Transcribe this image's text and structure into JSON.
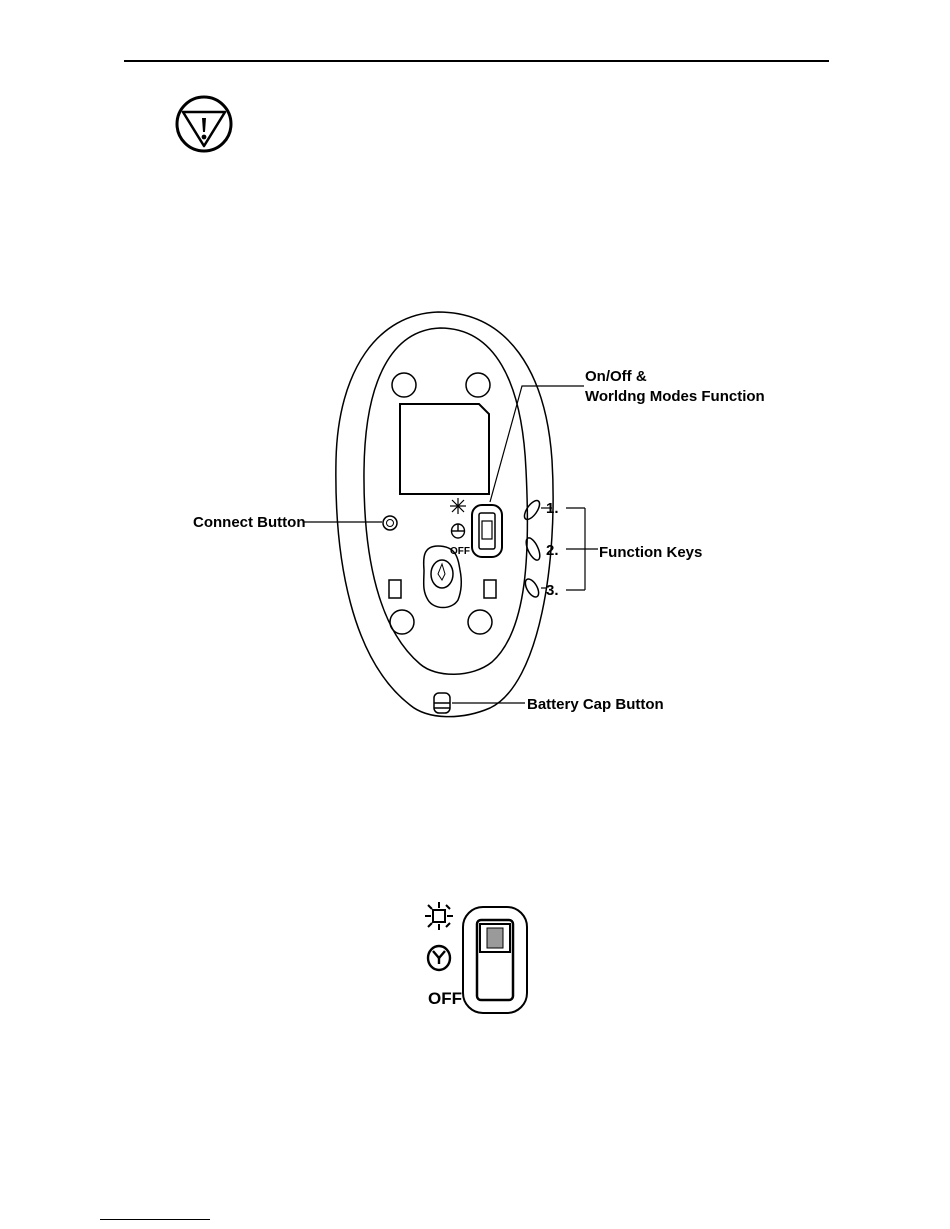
{
  "diagram": {
    "labels": {
      "onoff_line1": "On/Off &",
      "onoff_line2": "Worldng Modes Function",
      "connect": "Connect Button",
      "function_keys": "Function Keys",
      "battery": "Battery Cap Button"
    },
    "key_numbers": [
      "1.",
      "2.",
      "3."
    ],
    "switch_off_label": "OFF",
    "icons": [
      "caution-icon",
      "light-mode-icon",
      "mouse-mode-icon"
    ]
  }
}
